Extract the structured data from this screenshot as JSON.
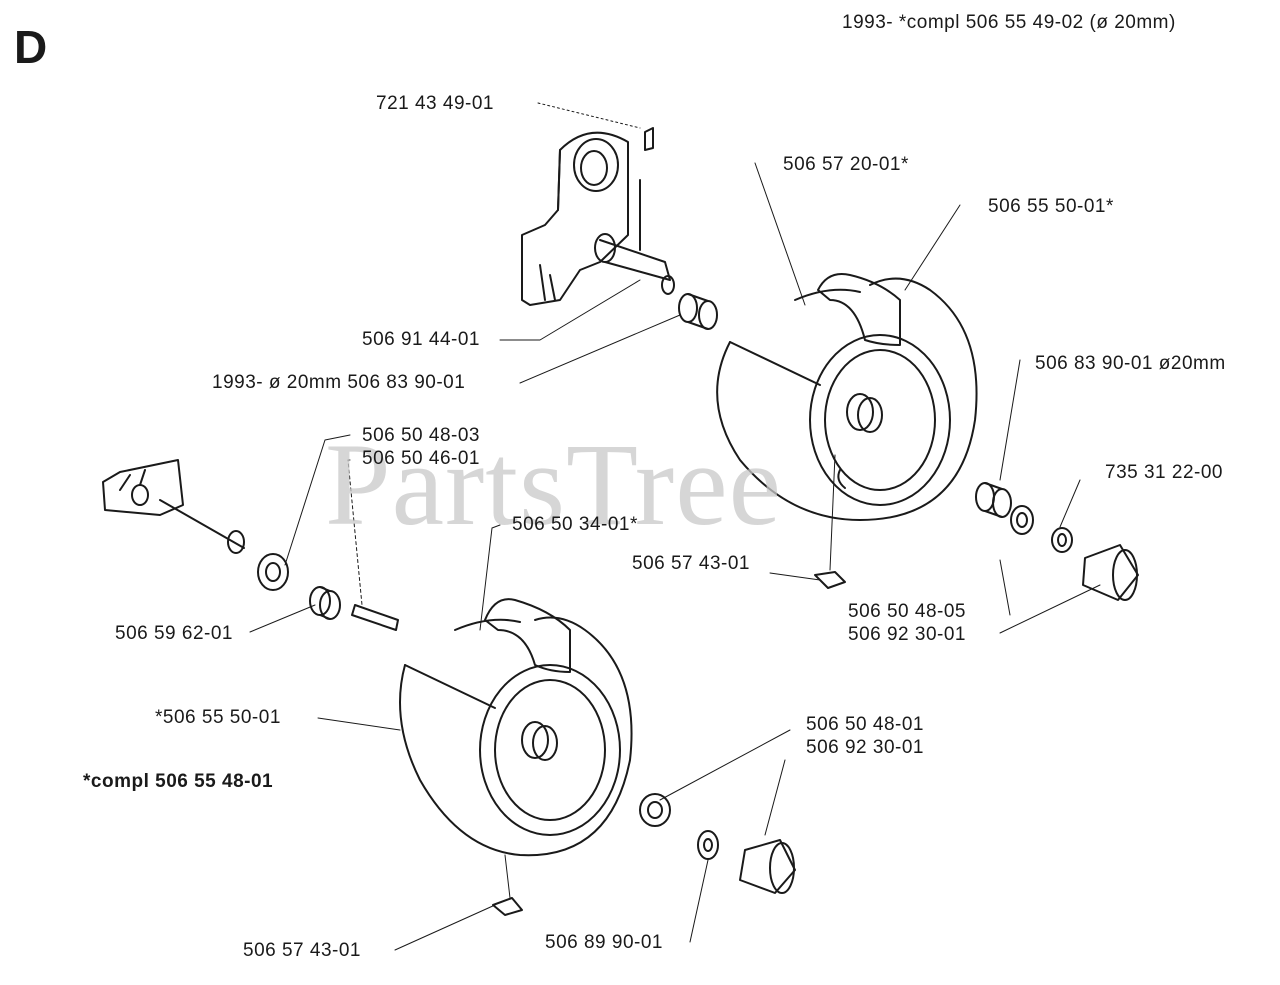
{
  "diagram": {
    "section_letter": "D",
    "header_note": "1993- *compl 506 55 49-02 (ø 20mm)",
    "kit_note": "*compl 506 55 48-01",
    "watermark": "PartsTree",
    "labels": {
      "pin": "721 43 49-01",
      "tire_upper": "506 57 20-01*",
      "wheel_upper": "506 55 50-01*",
      "spacer_upper": "506 91 44-01",
      "bushing_1993": "1993- ø 20mm 506 83 90-01",
      "bushing_right": "506 83 90-01 ø20mm",
      "washer_735": "735 31 22-00",
      "washer_0348_03": "506 50 48-03",
      "pin_0346": "506 50 46-01",
      "tire_lower": "506 50 34-01*",
      "valve_upper": "506 57 43-01",
      "washer_0348_05": "506 50 48-05",
      "cap_upper": "506 92 30-01",
      "bushing_lower": "506 59 62-01",
      "wheel_lower": "*506 55 50-01",
      "washer_0348_01": "506 50 48-01",
      "cap_lower": "506 92 30-01",
      "valve_lower": "506 57 43-01",
      "clip_lower": "506 89 90-01"
    }
  }
}
